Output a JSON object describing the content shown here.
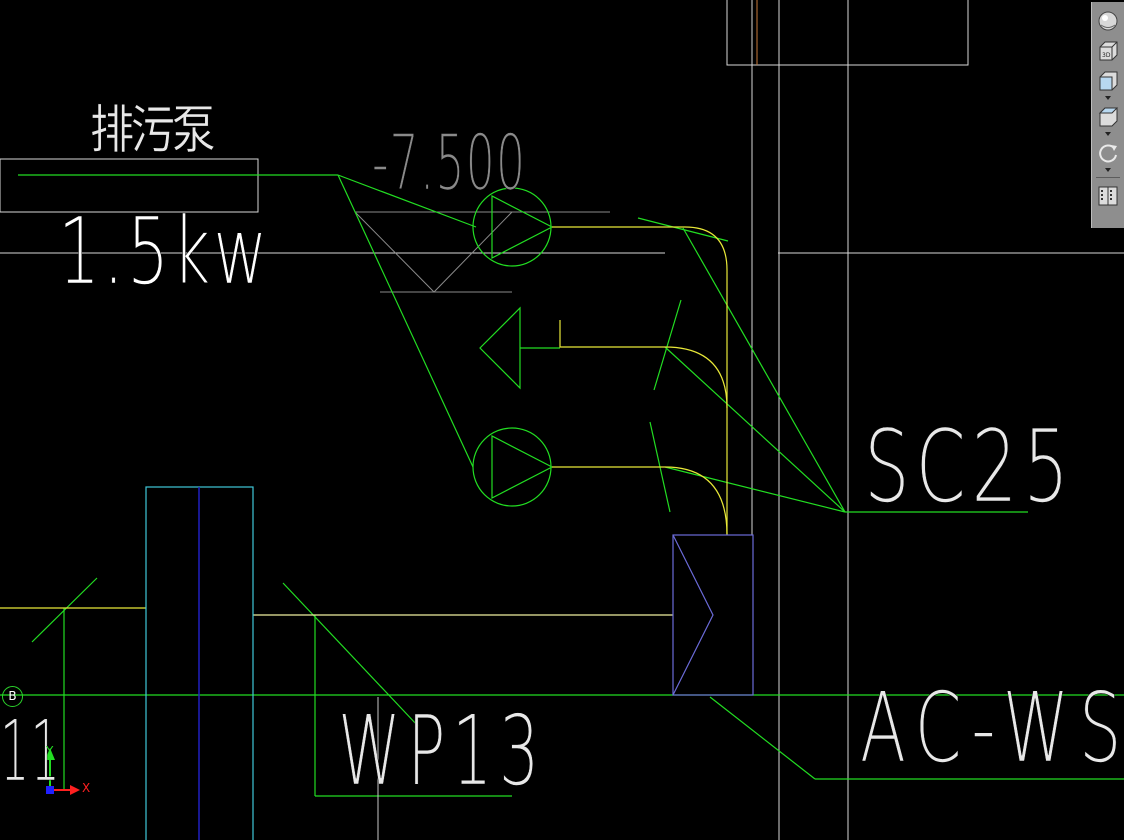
{
  "drawing_labels": {
    "pump_name": "排污泵",
    "power": "1.5kw",
    "level": "-7.500",
    "conduit": "SC25",
    "circuit": "WP13",
    "panel": "AC-WS",
    "grid_number": "11",
    "grid_bubble": "B"
  },
  "ucs": {
    "x_axis": "X",
    "y_axis": "Y"
  },
  "view_toolbar": {
    "buttons": [
      {
        "name": "steering-wheel",
        "icon": "steering-wheel-icon"
      },
      {
        "name": "view-cube-3d",
        "icon": "cube-3d-icon",
        "caption": "3D"
      },
      {
        "name": "view-front",
        "icon": "cube-front-icon"
      },
      {
        "name": "view-top",
        "icon": "cube-top-icon"
      },
      {
        "name": "orbit",
        "icon": "orbit-icon"
      },
      {
        "name": "viewport-layout",
        "icon": "layout-grid-icon"
      }
    ]
  },
  "colors": {
    "background": "#000000",
    "green": "#22dd22",
    "yellow": "#e8e838",
    "cyan": "#3fc8d8",
    "blue": "#2020c0",
    "panel_outline": "#6b6bd8",
    "white": "#e8e8e8",
    "gray": "#8a8a8a",
    "orange": "#c87a3a",
    "toolbar_bg": "#8e8e8e"
  }
}
